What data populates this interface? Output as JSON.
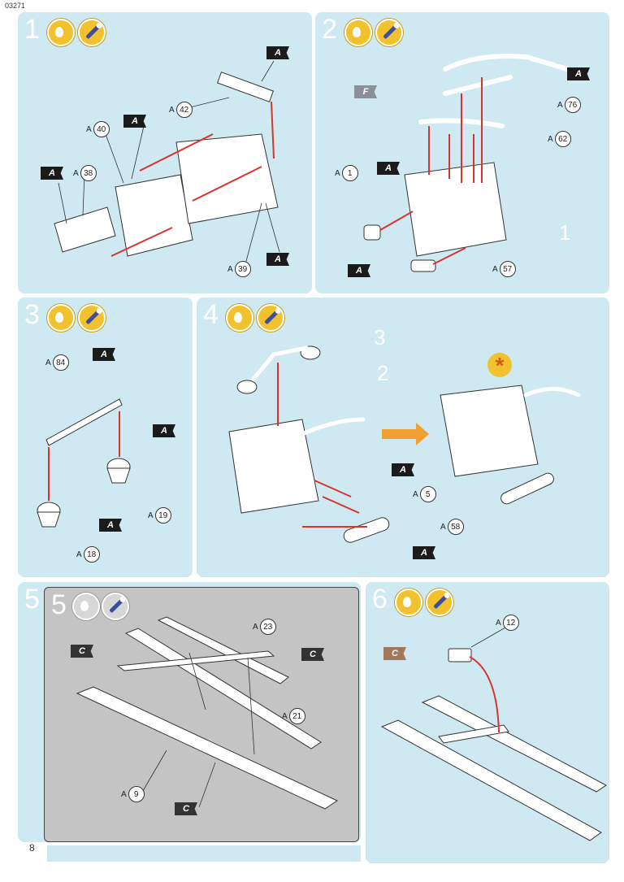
{
  "header": {
    "code": "03271"
  },
  "footer": {
    "page_number": "8"
  },
  "panels": [
    {
      "step": "1",
      "labels": [
        "A",
        "42",
        "A",
        "40",
        "A",
        "38",
        "A",
        "39",
        "A"
      ]
    },
    {
      "step": "2"
    },
    {
      "step": "3"
    },
    {
      "step": "4"
    },
    {
      "step": "5"
    },
    {
      "step": "6"
    }
  ],
  "step1": {
    "flags": [
      "A",
      "A",
      "A",
      "A"
    ],
    "parts": [
      {
        "prefix": "A",
        "num": "42"
      },
      {
        "prefix": "A",
        "num": "40"
      },
      {
        "prefix": "A",
        "num": "38"
      },
      {
        "prefix": "A",
        "num": "39"
      }
    ]
  },
  "step2": {
    "flags": [
      "A",
      "F",
      "A",
      "A"
    ],
    "parts": [
      {
        "prefix": "A",
        "num": "76"
      },
      {
        "prefix": "A",
        "num": "62"
      },
      {
        "prefix": "A",
        "num": "1"
      },
      {
        "prefix": "A",
        "num": "57"
      }
    ],
    "ref": "1"
  },
  "step3": {
    "flags": [
      "A",
      "A",
      "A"
    ],
    "parts": [
      {
        "prefix": "A",
        "num": "84"
      },
      {
        "prefix": "A",
        "num": "19"
      },
      {
        "prefix": "A",
        "num": "18"
      }
    ]
  },
  "step4": {
    "flags": [
      "A",
      "A"
    ],
    "parts": [
      {
        "prefix": "A",
        "num": "5"
      },
      {
        "prefix": "A",
        "num": "58"
      }
    ],
    "refs": [
      "3",
      "2"
    ]
  },
  "step5": {
    "sub_step": "5",
    "flags": [
      "C",
      "C",
      "C"
    ],
    "parts": [
      {
        "prefix": "A",
        "num": "23"
      },
      {
        "prefix": "A",
        "num": "21"
      },
      {
        "prefix": "A",
        "num": "9"
      }
    ]
  },
  "step6": {
    "flags": [
      "C"
    ],
    "parts": [
      {
        "prefix": "A",
        "num": "12"
      }
    ]
  },
  "colors": {
    "panel": "#cfe9f2",
    "arrow": "#d9342b",
    "grey_panel": "#bdbdbd",
    "flag_dark": "#1b1b1b",
    "orange_arrow": "#f0a030"
  }
}
